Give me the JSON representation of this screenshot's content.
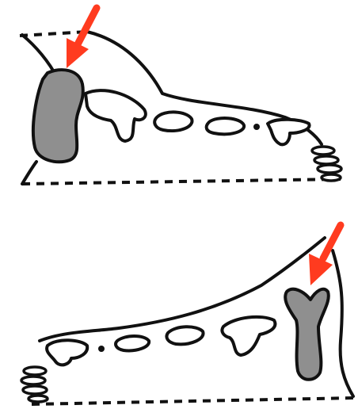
{
  "figure": {
    "panels": [
      {
        "position": "top",
        "highlighted_structure": "heel-bone"
      },
      {
        "position": "bottom",
        "highlighted_structure": "heel-bone"
      }
    ]
  },
  "colors": {
    "outline": "#111111",
    "highlight_fill": "#8f8f8f",
    "arrow": "#ff3b1f",
    "background": "#ffffff"
  },
  "icons": {
    "pointer": "red-arrow-icon"
  }
}
